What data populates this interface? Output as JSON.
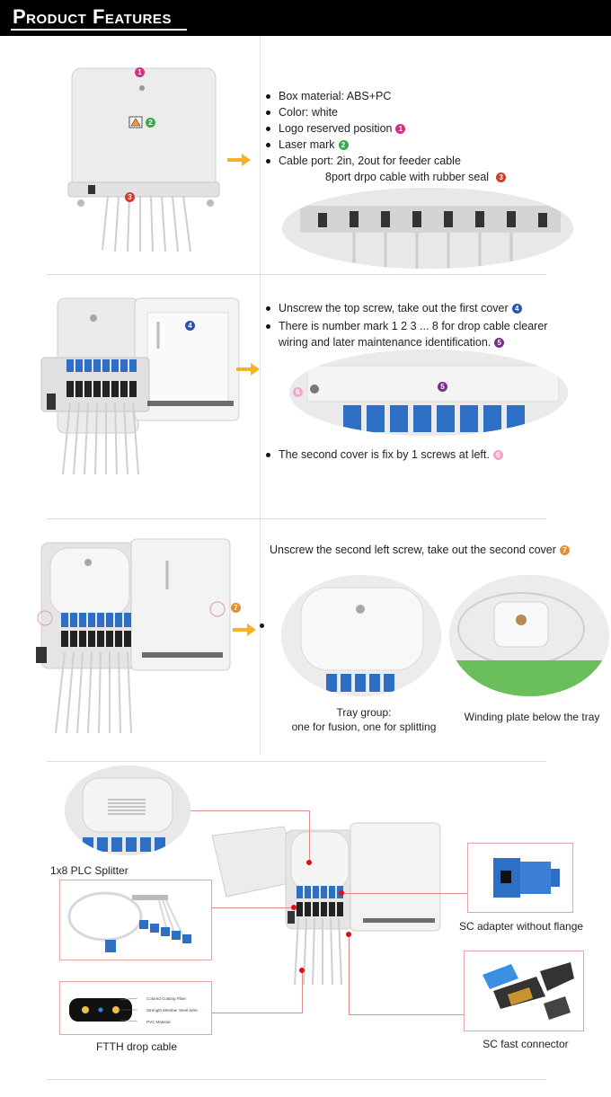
{
  "header": {
    "title": "Product Features"
  },
  "section1": {
    "bullets": [
      {
        "text": "Box material: ABS+PC",
        "badge": null
      },
      {
        "text": "Color: white",
        "badge": null
      },
      {
        "text": "Logo reserved position",
        "badge": "1"
      },
      {
        "text": "Laser mark",
        "badge": "2"
      },
      {
        "text": "Cable port: 2in, 2out for feeder cable",
        "badge": null
      }
    ],
    "cable_line2": "8port drpo cable with rubber seal",
    "cable_line2_badge": "3",
    "box_badges": [
      "1",
      "2",
      "3"
    ]
  },
  "section2": {
    "bullet1": "Unscrew the top screw, take out the first cover",
    "bullet1_badge": "4",
    "bullet2": "There is number mark 1 2 3 ... 8 for drop cable clearer wiring and later maintenance identification.",
    "bullet2_badge": "5",
    "bullet3": "The second cover is fix by 1 screws at left.",
    "bullet3_badge": "6",
    "detail_badges": [
      "5",
      "6"
    ],
    "box_badge": "4"
  },
  "section3": {
    "heading": "Unscrew the second left screw, take out the second cover",
    "heading_badge": "7",
    "box_badge": "7",
    "caption_tray_line1": "Tray group:",
    "caption_tray_line2": "one for fusion, one for splitting",
    "caption_winding": "Winding plate below the tray"
  },
  "section4": {
    "splitter_label": "1x8 PLC Splitter",
    "sc_adapter": "SC adapter without flange",
    "ftth_label": "FTTH drop cable",
    "sc_fast": "SC fast connector",
    "cable_legend": [
      "Colored Coating Fiber",
      "Strength Member Steel Wire",
      "PVC Material"
    ]
  },
  "colors": {
    "accent_arrow": "#f5b324",
    "adapter_blue": "#2d6fc4",
    "connector_black": "#222222",
    "box_white": "#ececec"
  }
}
